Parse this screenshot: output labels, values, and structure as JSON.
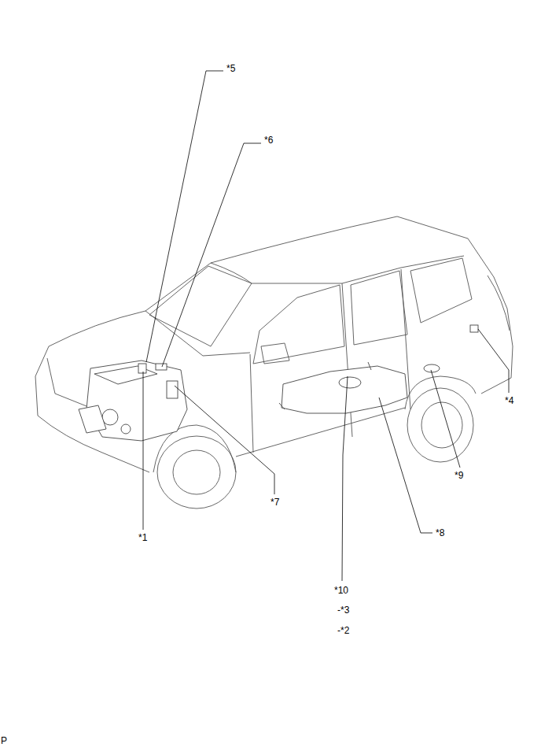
{
  "diagram": {
    "labels": [
      "*5",
      "*6",
      "*4",
      "*9",
      "*7",
      "*1",
      "*8",
      "*10",
      "-*3",
      "-*2",
      "P"
    ]
  }
}
